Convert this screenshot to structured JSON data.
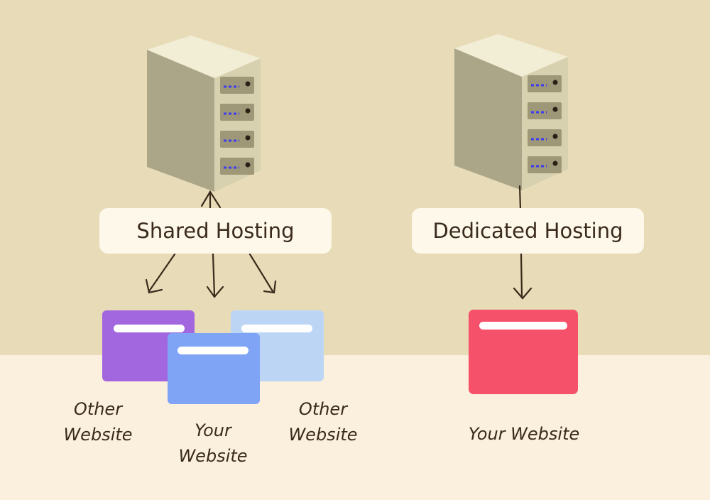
{
  "labels": {
    "shared": "Shared Hosting",
    "dedicated": "Dedicated Hosting"
  },
  "captions": {
    "shared_other_left": "Other\nWebsite",
    "shared_yours": "Your\nWebsite",
    "shared_other_right": "Other\nWebsite",
    "dedicated_yours": "Your Website"
  },
  "colors": {
    "background_top": "#e8dbb8",
    "background_bottom": "#fbf0dd",
    "server_front": "#aca688",
    "server_side": "#d8d1b0",
    "server_top": "#f2edd5",
    "led": "#3b3bf0",
    "other_website_left": "#a267df",
    "your_website_shared": "#7fa4f6",
    "other_website_right": "#bdd5f4",
    "your_website_dedicated": "#f5516a",
    "arrow": "#3a2a1c"
  },
  "icons": [
    "server-icon",
    "website-window-icon",
    "arrow-icon"
  ]
}
